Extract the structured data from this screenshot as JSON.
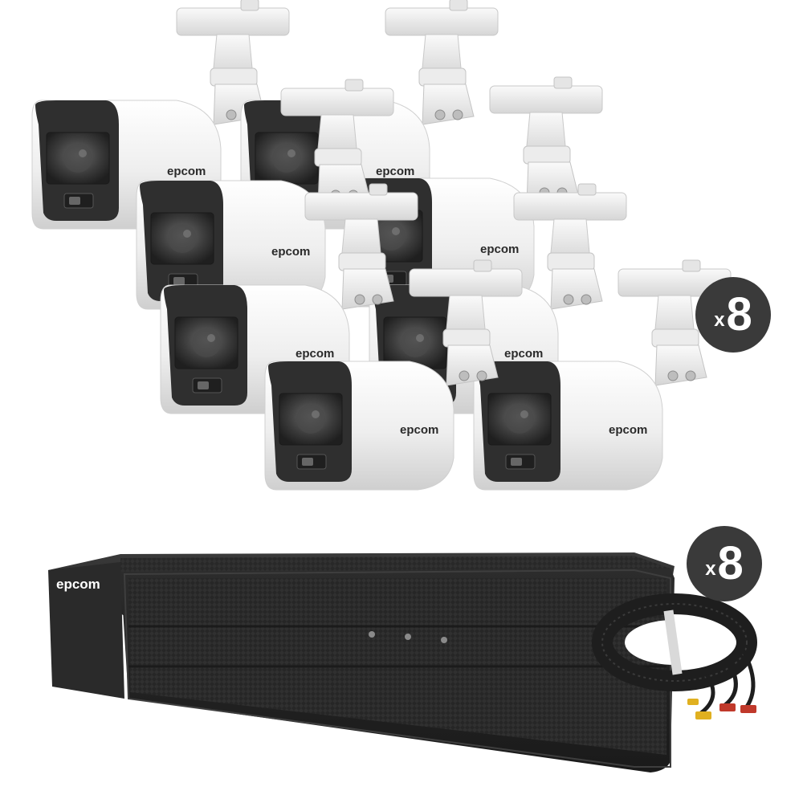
{
  "brand": "epcom",
  "camera_badge": {
    "prefix": "x",
    "count": "8"
  },
  "cable_badge": {
    "prefix": "x",
    "count": "8"
  },
  "colors": {
    "camera_body": "#f2f2f2",
    "camera_face": "#2f2f2f",
    "dvr_body": "#2b2b2b",
    "badge": "#3a3a3a",
    "cable": "#1e1e1e",
    "connector_red": "#c0392b",
    "connector_yellow": "#e0b020"
  }
}
